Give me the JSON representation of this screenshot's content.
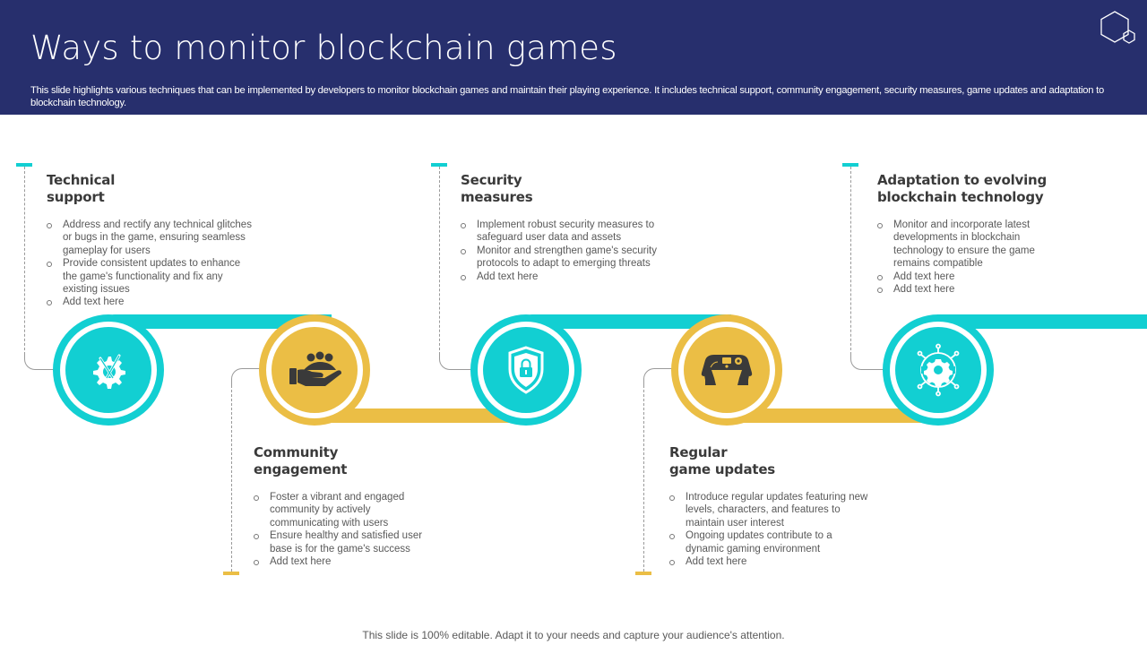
{
  "header": {
    "title": "Ways to monitor blockchain games",
    "subtitle": "This slide highlights various techniques that can be implemented by developers to monitor blockchain games and maintain their playing experience. It includes technical support, community engagement, security measures, game updates and adaptation to blockchain technology.",
    "logo_icon": "hexagon-logo-icon"
  },
  "colors": {
    "header_bg": "#272F6D",
    "teal": "#12CFD2",
    "gold": "#EBBE45",
    "icon_dark": "#3A3A3A"
  },
  "steps": [
    {
      "title": "Technical\nsupport",
      "icon": "tools-gear-icon",
      "color": "teal",
      "position": "top",
      "bullets": [
        "Address and rectify any technical glitches or bugs in the game, ensuring seamless gameplay for users",
        "Provide consistent updates to enhance the game's functionality and fix any existing issues",
        "Add text here"
      ]
    },
    {
      "title": "Community\nengagement",
      "icon": "hand-community-icon",
      "color": "gold",
      "position": "bottom",
      "bullets": [
        "Foster a vibrant and engaged community by actively communicating with users",
        "Ensure healthy and satisfied user base is for the game's success",
        "Add text here"
      ]
    },
    {
      "title": "Security\nmeasures",
      "icon": "shield-lock-icon",
      "color": "teal",
      "position": "top",
      "bullets": [
        "Implement robust security measures to safeguard user data and assets",
        "Monitor and strengthen game's security protocols to adapt to emerging threats",
        "Add text here"
      ]
    },
    {
      "title": "Regular\ngame updates",
      "icon": "game-controller-icon",
      "color": "gold",
      "position": "bottom",
      "bullets": [
        "Introduce regular updates featuring new levels, characters, and features to maintain user interest",
        "Ongoing updates contribute to a dynamic gaming environment",
        "Add text here"
      ]
    },
    {
      "title": "Adaptation to evolving\nblockchain technology",
      "icon": "blockchain-gear-network-icon",
      "color": "teal",
      "position": "top",
      "bullets": [
        "Monitor and incorporate latest developments in blockchain technology to ensure the game remains compatible",
        "Add text here",
        "Add text here"
      ]
    }
  ],
  "footer": {
    "text": "This slide is 100% editable. Adapt it to your needs and capture your audience's attention."
  }
}
